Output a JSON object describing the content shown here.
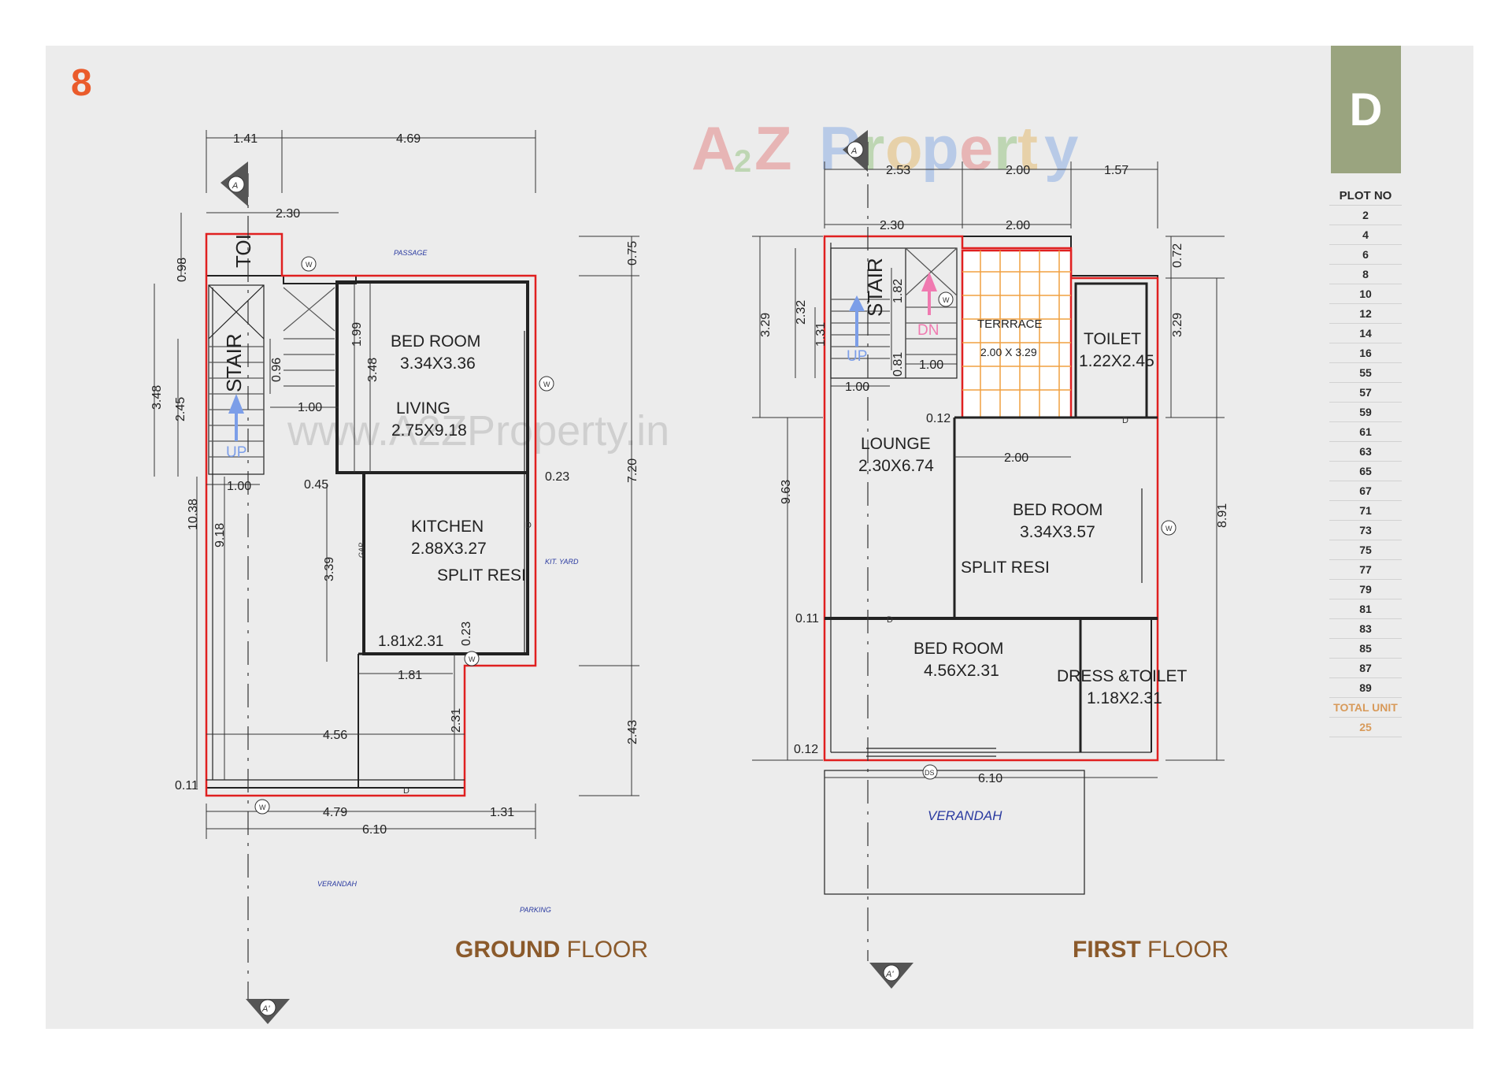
{
  "page_number": "8",
  "block": "D",
  "watermark": {
    "logo": "A2Z Property",
    "url": "www.A2ZProperty.in"
  },
  "plot_list": {
    "header": "PLOT NO",
    "plots": [
      "2",
      "4",
      "6",
      "8",
      "10",
      "12",
      "14",
      "16",
      "55",
      "57",
      "59",
      "61",
      "63",
      "65",
      "67",
      "71",
      "73",
      "75",
      "77",
      "79",
      "81",
      "83",
      "85",
      "87",
      "89"
    ],
    "total_label": "TOTAL UNIT",
    "total_value": "25"
  },
  "ground_floor": {
    "title_bold": "GROUND",
    "title_rest": " FLOOR",
    "rooms": {
      "toilet": "TOI",
      "stair": "STAIR",
      "up": "UP",
      "bedroom_name": "BED ROOM",
      "bedroom_size": "3.34X3.36",
      "living_name": "LIVING",
      "living_size": "2.75X9.18",
      "kitchen_name": "KITCHEN",
      "kitchen_size": "2.88X3.27",
      "split": "SPLIT RESI",
      "utility_size": "1.81x2.31"
    },
    "labels": {
      "passage": "PASSAGE",
      "kit_yard": "KIT. YARD",
      "verandah": "VERANDAH",
      "parking": "PARKING",
      "gap": "GAP"
    },
    "dims": [
      "1.41",
      "4.69",
      "2.30",
      "0.98",
      "3.48",
      "2.45",
      "1.99",
      "3.48",
      "0.96",
      "1.00",
      "1.00",
      "0.45",
      "0.23",
      "10.38",
      "9.18",
      "3.39",
      "0.23",
      "1.81",
      "4.56",
      "2.31",
      "0.11",
      "4.79",
      "1.31",
      "6.10",
      "0.75",
      "7.20",
      "2.43"
    ]
  },
  "first_floor": {
    "title_bold": "FIRST",
    "title_rest": " FLOOR",
    "rooms": {
      "stair": "STAIR",
      "up": "UP",
      "dn": "DN",
      "terrace_name": "TERRRACE",
      "terrace_size": "2.00 X 3.29",
      "toilet_name": "TOILET",
      "toilet_size": "1.22X2.45",
      "lounge_name": "LOUNGE",
      "lounge_size": "2.30X6.74",
      "bedroom1_name": "BED ROOM",
      "bedroom1_size": "3.34X3.57",
      "split": "SPLIT RESI",
      "bedroom2_name": "BED ROOM",
      "bedroom2_size": "4.56X2.31",
      "dress_name": "DRESS &TOILET",
      "dress_size": "1.18X2.31"
    },
    "labels": {
      "verandah": "VERANDAH"
    },
    "dims": [
      "2.53",
      "2.00",
      "1.57",
      "2.30",
      "2.00",
      "3.29",
      "2.32",
      "1.31",
      "1.82",
      "0.81",
      "1.00",
      "1.00",
      "0.12",
      "2.00",
      "9.63",
      "0.11",
      "0.12",
      "6.10",
      "0.72",
      "3.29",
      "8.91"
    ]
  },
  "symbols": {
    "section_mark": "A",
    "section_mark_end": "A'",
    "window": "W",
    "door": "D",
    "door_small": "DS"
  }
}
